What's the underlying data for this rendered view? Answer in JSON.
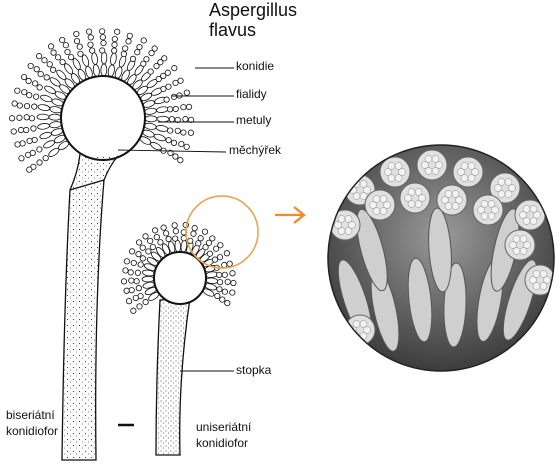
{
  "title": {
    "line1": "Aspergillus",
    "line2": "flavus"
  },
  "labels": {
    "konidie": "konidie",
    "fialidy": "fialidy",
    "metuly": "metuly",
    "mechyrek": "měchýřek",
    "stopka": "stopka"
  },
  "captions": {
    "biseriate_line1": "biseriátní",
    "biseriate_line2": "konidiofor",
    "uniseriate_line1": "uniseriátní",
    "uniseriate_line2": "konidiofor"
  },
  "colors": {
    "ink": "#111111",
    "highlight": "#e8a04a",
    "arrow": "#f08a24"
  }
}
